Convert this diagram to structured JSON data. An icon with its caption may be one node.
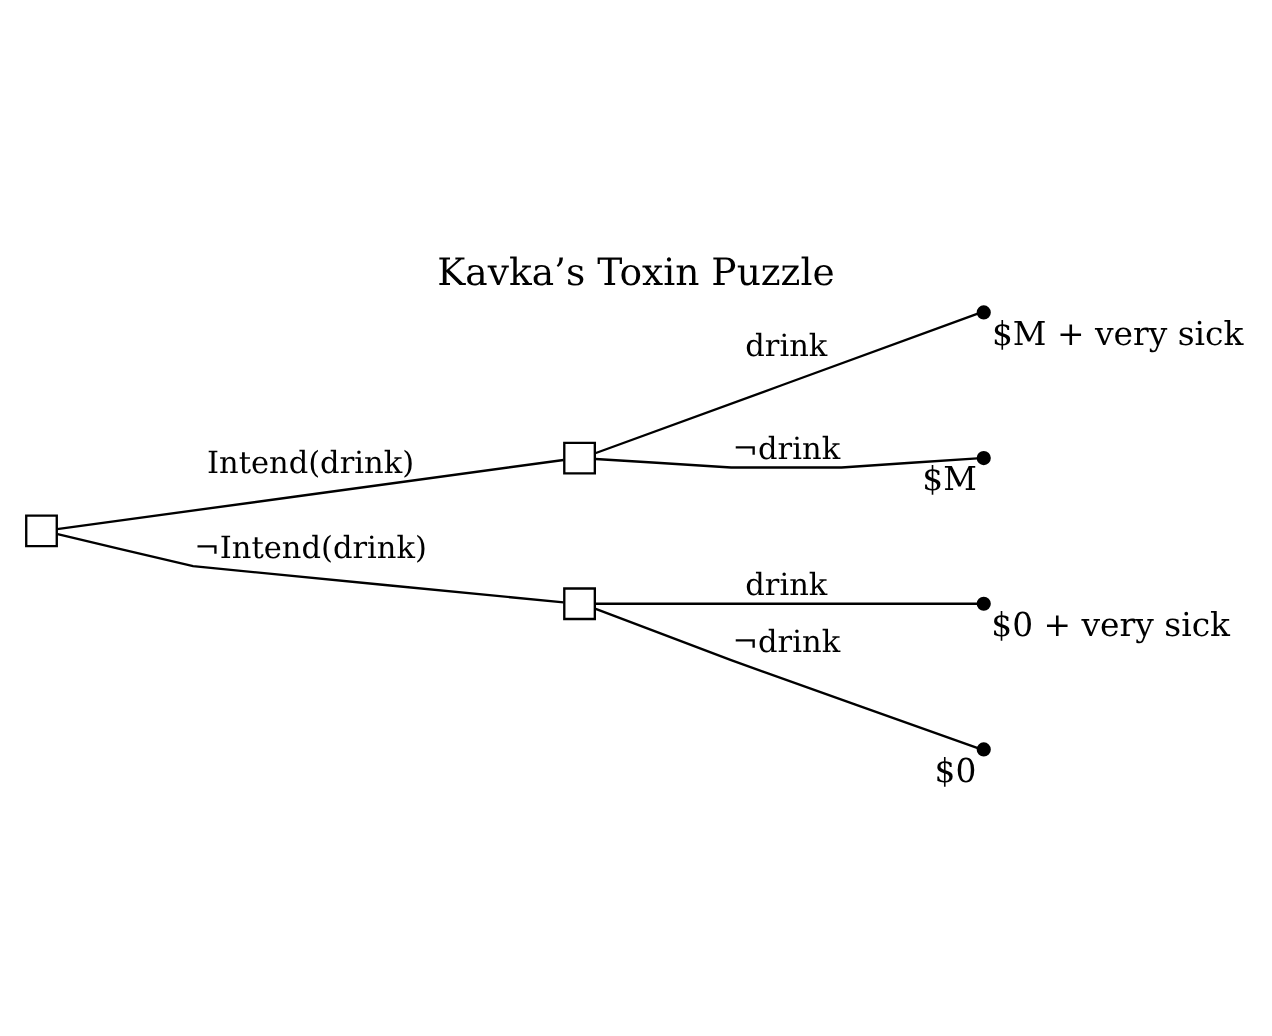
{
  "diagram": {
    "title": "Kavka’s Toxin Puzzle",
    "nodes": [
      {
        "text": [],
        "shape": "box"
      },
      {
        "text": [],
        "shape": "box"
      },
      {
        "text": [],
        "shape": "box"
      },
      {
        "text": [
          "$M + very sick"
        ]
      },
      {
        "text": [
          "$M"
        ]
      },
      {
        "text": [
          "$0 + very sick"
        ]
      },
      {
        "text": [
          "$0"
        ]
      }
    ],
    "edges": [
      {
        "from": 0,
        "to": 1,
        "arrow": "none",
        "label": "Intend(drink)"
      },
      {
        "from": 0,
        "to": 2,
        "arrow": "none",
        "label": "¬Intend(drink)"
      },
      {
        "from": 1,
        "to": 3,
        "arrow": "none",
        "label": "drink"
      },
      {
        "from": 1,
        "to": 4,
        "arrow": "none",
        "label": "¬drink"
      },
      {
        "from": 2,
        "to": 5,
        "arrow": "none",
        "label": "drink"
      },
      {
        "from": 2,
        "to": 6,
        "arrow": "none",
        "label": "¬drink"
      }
    ]
  }
}
